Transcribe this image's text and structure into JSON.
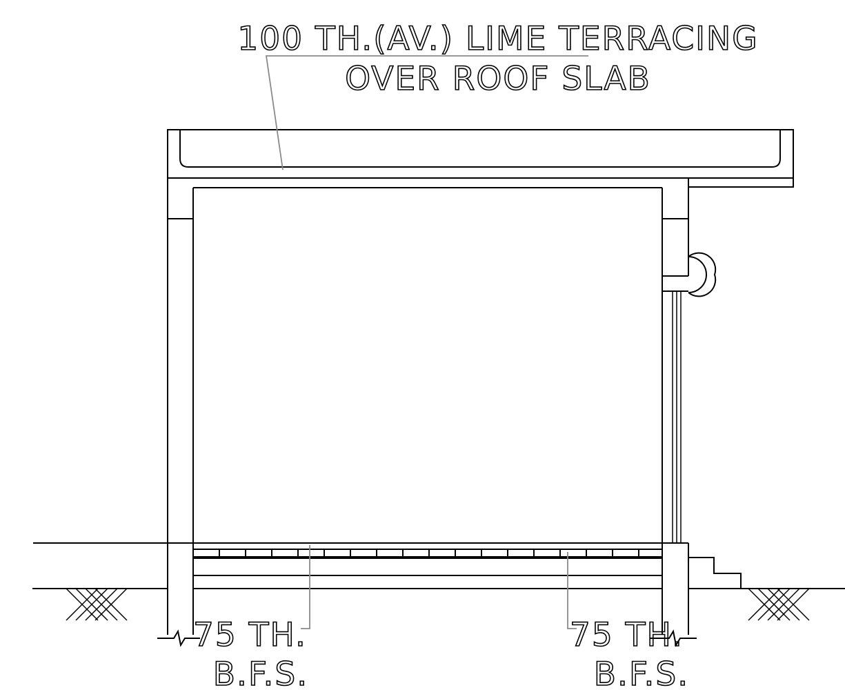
{
  "annotations": {
    "roof_line1": "100 TH.(AV.) LIME TERRACING",
    "roof_line2": "OVER ROOF SLAB",
    "left_floor_line1": "75 TH.",
    "left_floor_line2": "B.F.S.",
    "right_floor_line1": "75 TH.",
    "right_floor_line2": "B.F.S."
  },
  "colors": {
    "linework": "#000000",
    "leader": "#8a8a8a",
    "background": "#ffffff"
  }
}
